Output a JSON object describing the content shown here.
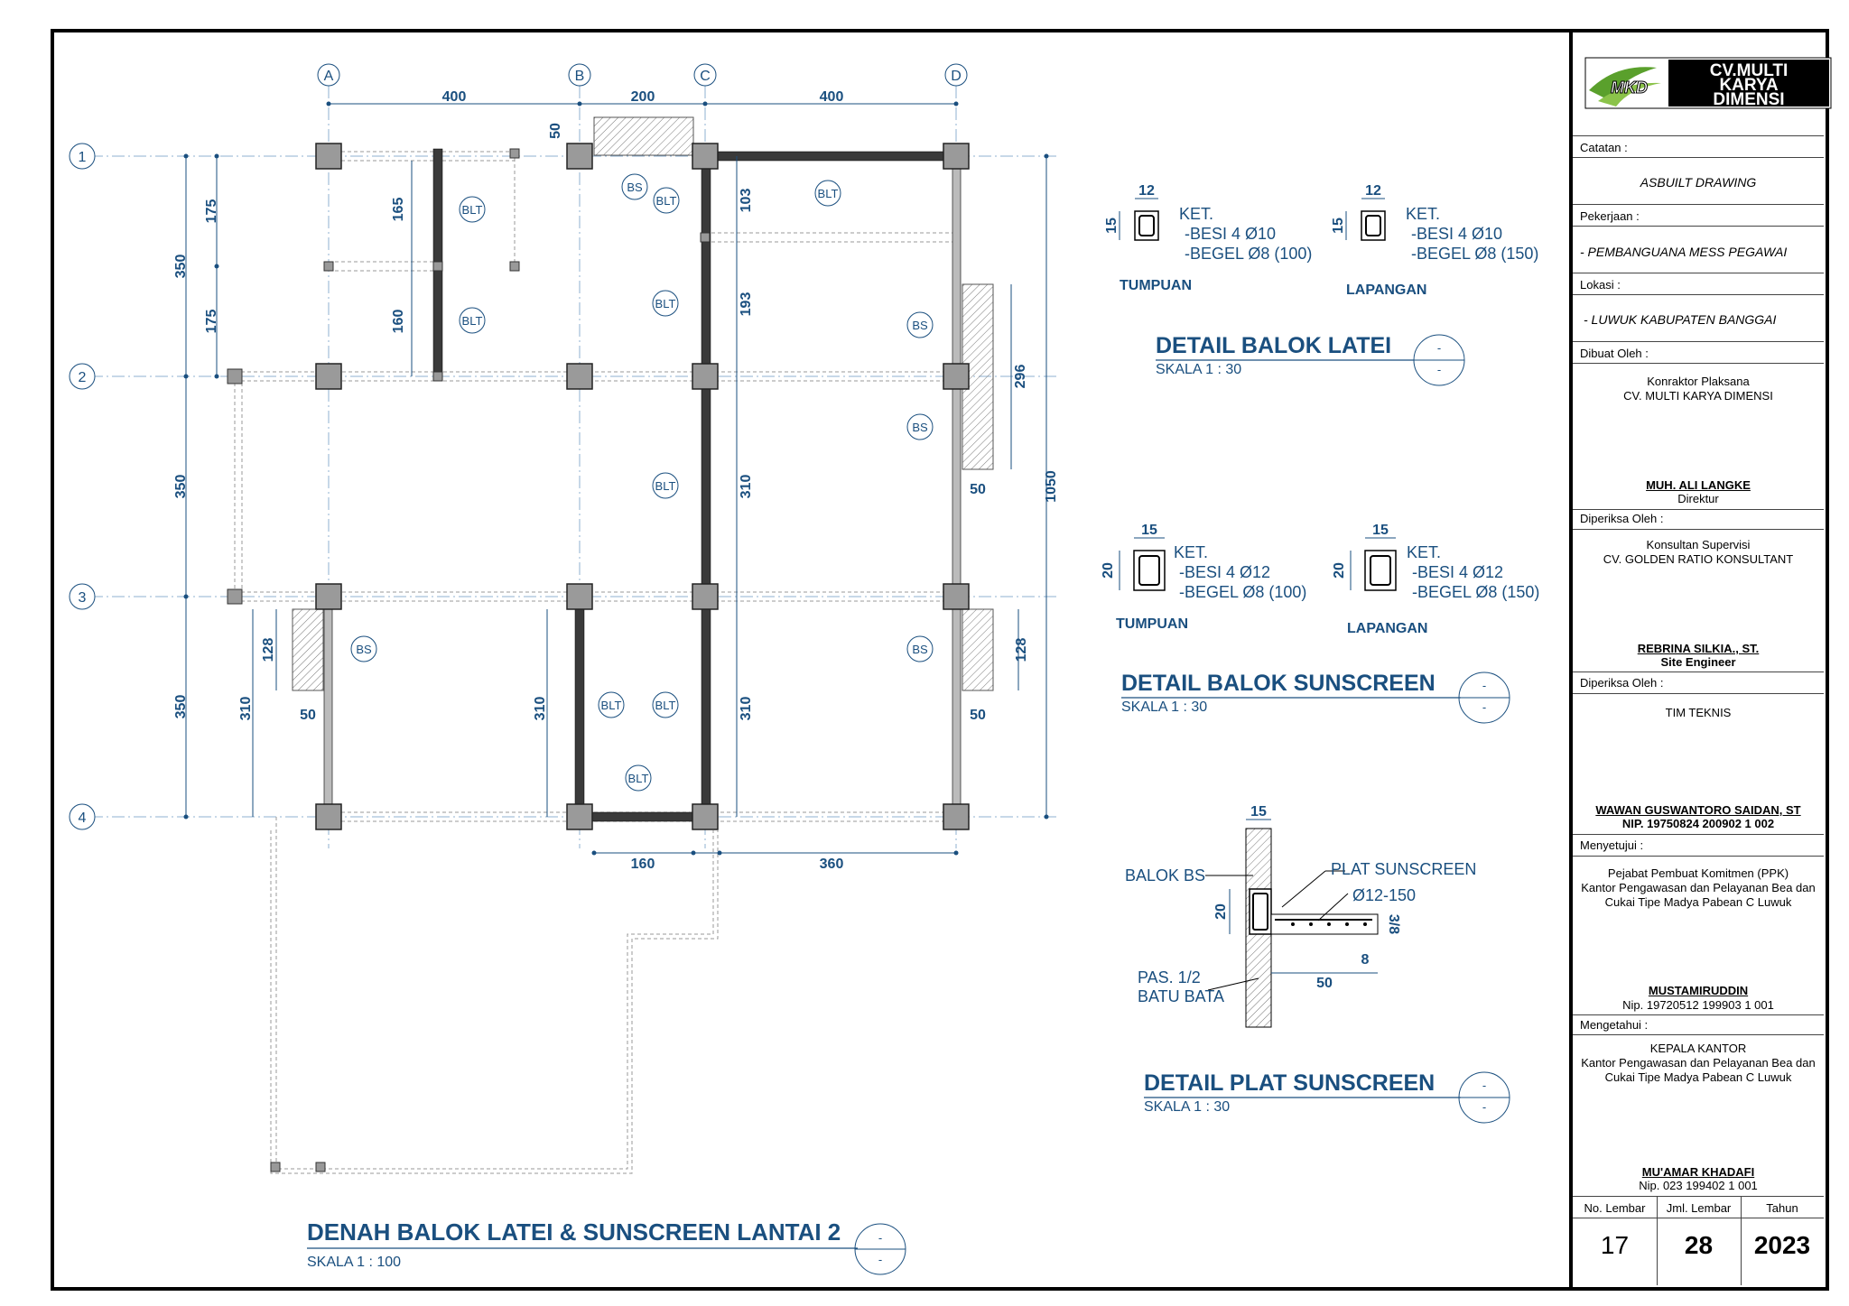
{
  "plan": {
    "title": "DENAH BALOK LATEI & SUNSCREEN LANTAI 2",
    "scale": "SKALA 1 : 100",
    "grid_cols": [
      "A",
      "B",
      "C",
      "D"
    ],
    "grid_rows": [
      "1",
      "2",
      "3",
      "4"
    ],
    "dims_top": [
      "400",
      "200",
      "400"
    ],
    "dims_bottom": [
      "160",
      "360"
    ],
    "dims_left": [
      "350",
      "350",
      "350"
    ],
    "dims_left_inner": [
      "175",
      "175"
    ],
    "dim_total": "1050",
    "dims_misc": [
      "50",
      "165",
      "160",
      "103",
      "193",
      "310",
      "296",
      "50",
      "128",
      "50",
      "310",
      "128",
      "50",
      "310",
      "310"
    ],
    "tag_blt": "BLT",
    "tag_bs": "BS",
    "ref_dash": "-"
  },
  "latei": {
    "title": "DETAIL BALOK LATEI",
    "scale": "SKALA 1 : 30",
    "tumpuan": {
      "label": "TUMPUAN",
      "w": "12",
      "h": "15",
      "ket": "KET.",
      "besi": "-BESI 4 Ø10",
      "begel": "-BEGEL Ø8 (100)"
    },
    "lapangan": {
      "label": "LAPANGAN",
      "w": "12",
      "h": "15",
      "ket": "KET.",
      "besi": "-BESI 4 Ø10",
      "begel": "-BEGEL Ø8 (150)"
    }
  },
  "sunscreen": {
    "title": "DETAIL BALOK SUNSCREEN",
    "scale": "SKALA 1 : 30",
    "tumpuan": {
      "label": "TUMPUAN",
      "w": "15",
      "h": "20",
      "ket": "KET.",
      "besi": "-BESI 4 Ø12",
      "begel": "-BEGEL Ø8 (100)"
    },
    "lapangan": {
      "label": "LAPANGAN",
      "w": "15",
      "h": "20",
      "ket": "KET.",
      "besi": "-BESI 4 Ø12",
      "begel": "-BEGEL Ø8 (150)"
    }
  },
  "plat": {
    "title": "DETAIL PLAT SUNSCREEN",
    "scale": "SKALA 1 : 30",
    "w15": "15",
    "balok_bs": "BALOK BS",
    "plat_label": "PLAT SUNSCREEN",
    "rebar": "Ø12-150",
    "h20": "20",
    "d38": "3/8",
    "d8": "8",
    "d50": "50",
    "pas1": "PAS. 1/2",
    "pas2": "BATU BATA"
  },
  "titleblock": {
    "logo_badge": "MKD",
    "logo_l1": "CV.MULTI",
    "logo_l2": "KARYA",
    "logo_l3": "DIMENSI",
    "catatan_lbl": "Catatan :",
    "catatan": "ASBUILT DRAWING",
    "pekerjaan_lbl": "Pekerjaan :",
    "pekerjaan": "- PEMBANGUANA MESS PEGAWAI",
    "lokasi_lbl": "Lokasi :",
    "lokasi": "- LUWUK KABUPATEN BANGGAI",
    "dibuat_lbl": "Dibuat Oleh :",
    "dibuat_1": "Konraktor Plaksana",
    "dibuat_2": "CV. MULTI KARYA DIMENSI",
    "dibuat_name": "MUH. ALI LANGKE",
    "dibuat_role": "Direktur",
    "periksa1_lbl": "Diperiksa Oleh :",
    "periksa1_1": "Konsultan  Supervisi",
    "periksa1_2": "CV. GOLDEN RATIO KONSULTANT",
    "periksa1_name": "REBRINA SILKIA., ST.",
    "periksa1_role": "Site Engineer",
    "periksa2_lbl": "Diperiksa Oleh :",
    "periksa2_1": "TIM TEKNIS",
    "periksa2_name": "WAWAN GUSWANTORO SAIDAN, ST",
    "periksa2_nip": "NIP. 19750824 200902 1 002",
    "setuju_lbl": "Menyetujui :",
    "setuju_1": "Pejabat Pembuat Komitmen (PPK)",
    "setuju_2": "Kantor Pengawasan dan Pelayanan Bea dan",
    "setuju_3": "Cukai Tipe Madya Pabean C Luwuk",
    "setuju_name": "MUSTAMIRUDDIN",
    "setuju_nip": "Nip. 19720512 199903 1 001",
    "tahu_lbl": "Mengetahui :",
    "tahu_1": "KEPALA KANTOR",
    "tahu_2": "Kantor Pengawasan dan Pelayanan Bea dan",
    "tahu_3": "Cukai Tipe Madya Pabean C Luwuk",
    "tahu_name": "MU'AMAR  KHADAFI",
    "tahu_nip": "Nip. 023 199402 1 001",
    "no_lembar_lbl": "No. Lembar",
    "jml_lembar_lbl": "Jml. Lembar",
    "tahun_lbl": "Tahun",
    "no_lembar": "17",
    "jml_lembar": "28",
    "tahun": "2023"
  }
}
